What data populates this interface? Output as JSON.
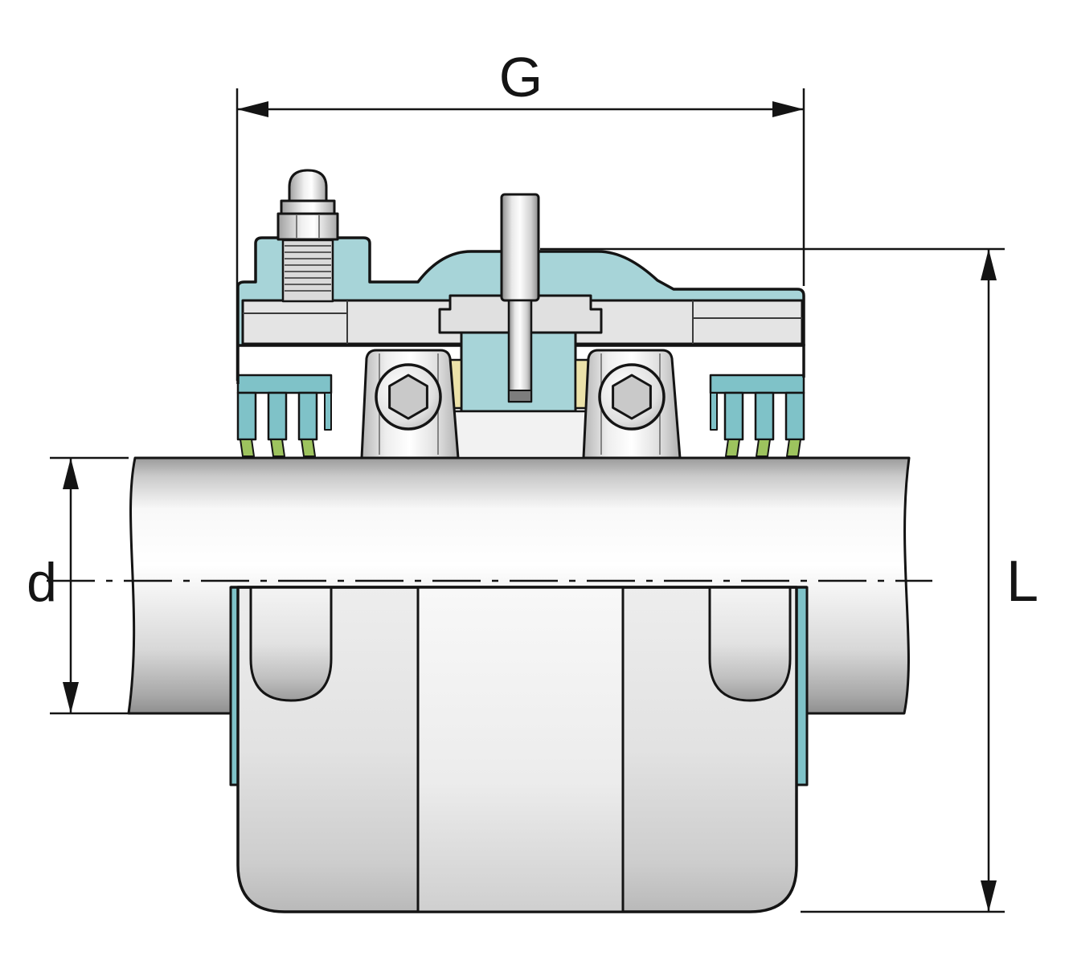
{
  "diagram": {
    "description": "Sectioned technical drawing of a split bearing unit mounted on a shaft with dimension callouts",
    "dimension_labels": {
      "housing_width": "G",
      "overall_height": "L",
      "shaft_diameter": "d"
    },
    "colors": {
      "housing-teal": "#a7d4d8",
      "seal-teal": "#7fc2c8",
      "seal-green": "#9dc35e",
      "washer-cream": "#ece2a9",
      "outline": "#141414"
    }
  }
}
